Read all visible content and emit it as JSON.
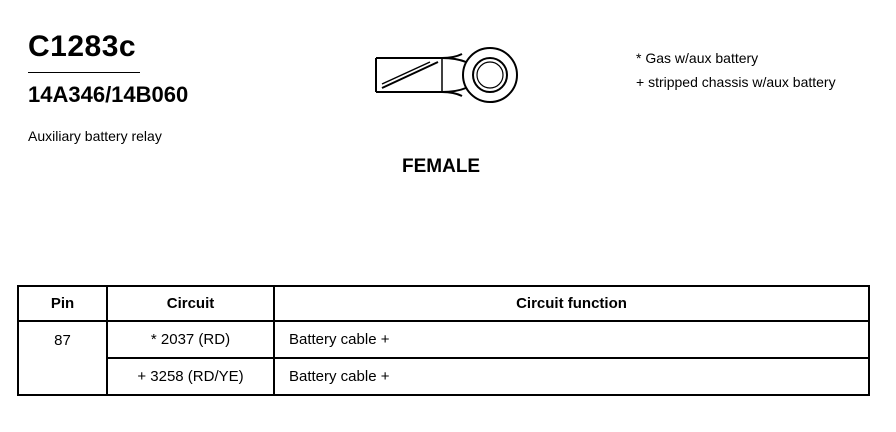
{
  "header": {
    "connector_id": "C1283c",
    "part_number": "14A346/14B060",
    "description": "Auxiliary battery relay",
    "gender": "FEMALE"
  },
  "notes": [
    "* Gas w/aux battery",
    "+ stripped chassis w/aux battery"
  ],
  "table": {
    "columns": [
      "Pin",
      "Circuit",
      "Circuit function"
    ],
    "rows": [
      {
        "pin": "87",
        "circuit": "* 2037 (RD)",
        "function": "Battery cable +"
      },
      {
        "pin": "",
        "circuit": "+ 3258 (RD/YE)",
        "function": "Battery cable +"
      }
    ]
  }
}
